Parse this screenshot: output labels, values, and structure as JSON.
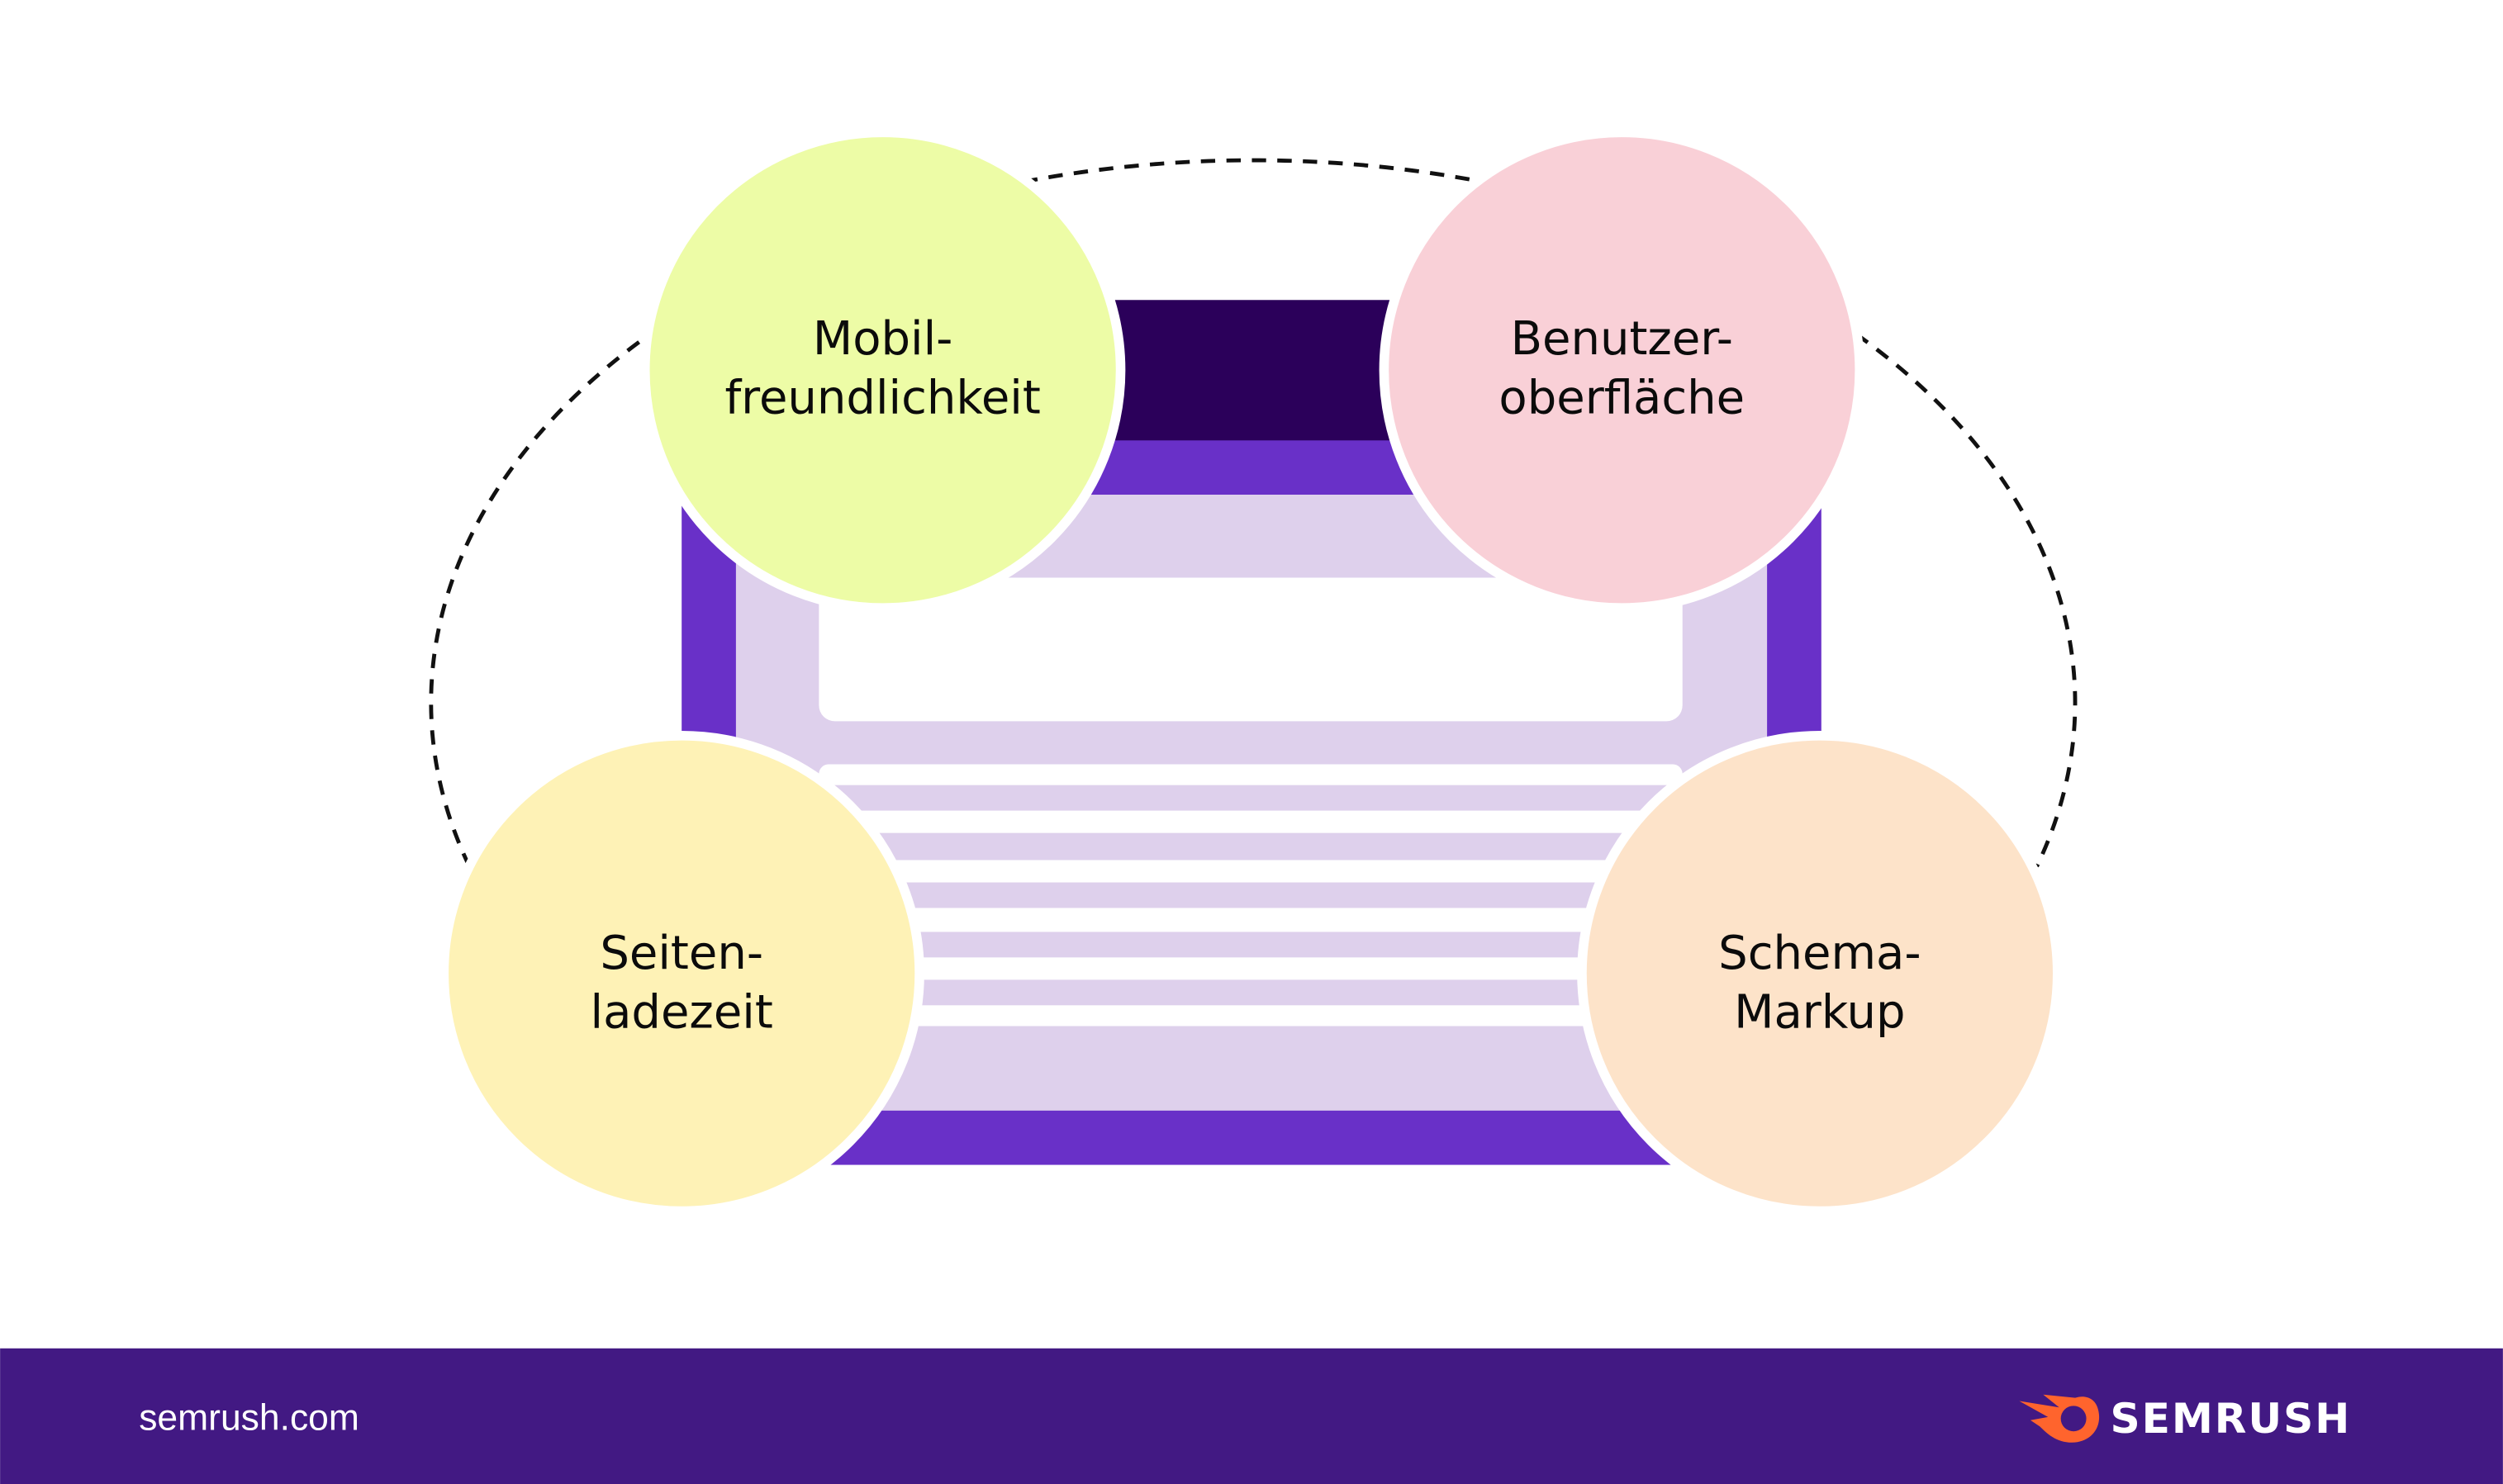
{
  "circles": [
    {
      "id": "mobile",
      "line1": "Mobil-",
      "line2": "freundlichkeit",
      "color": "#edfca6"
    },
    {
      "id": "ui",
      "line1": "Benutzer-",
      "line2": "oberfläche",
      "color": "#f9d0d7"
    },
    {
      "id": "speed",
      "line1": "Seiten-",
      "line2": "ladezeit",
      "color": "#fef2b6"
    },
    {
      "id": "schema",
      "line1": "Schema-",
      "line2": "Markup",
      "color": "#fde3c9"
    }
  ],
  "colors": {
    "browser_dark": "#2b005a",
    "browser_purple": "#6930c8",
    "browser_light": "#ded0ec",
    "footer": "#421983",
    "logo_orange": "#ff642d"
  },
  "footer": {
    "site": "semrush.com",
    "logo": "SEMRUSH"
  }
}
